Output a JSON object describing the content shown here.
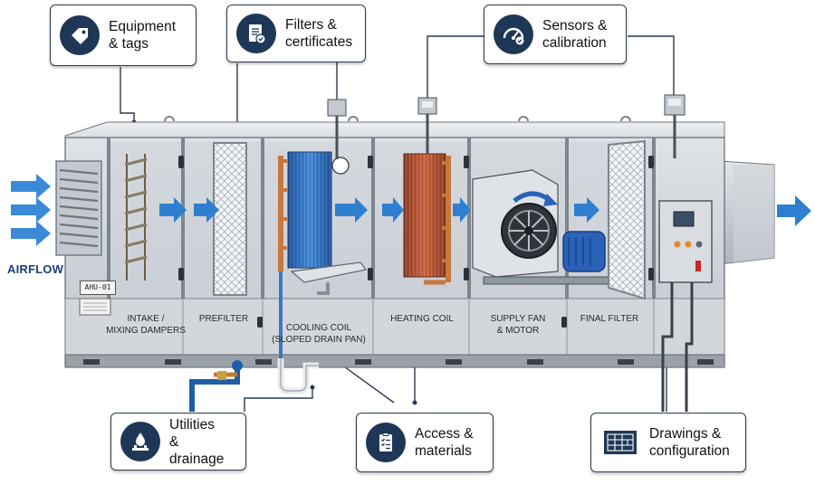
{
  "callouts": {
    "equipment": "Equipment\n& tags",
    "filters": "Filters &\ncertificates",
    "sensors": "Sensors &\ncalibration",
    "utilities": "Utilities\n& drainage",
    "access": "Access &\nmaterials",
    "drawings": "Drawings &\nconfiguration"
  },
  "sections": {
    "intake": "INTAKE /\nMIXING DAMPERS",
    "prefilter": "PREFILTER",
    "cooling": "COOLING COIL\n(SLOPED DRAIN PAN)",
    "heating": "HEATING COIL",
    "fan": "SUPPLY FAN\n& MOTOR",
    "final": "FINAL FILTER"
  },
  "unit_tag": "AHU-01",
  "airflow_label": "AIRFLOW",
  "colors": {
    "badge": "#1f3756",
    "arrow": "#2f7fd0",
    "casing": "#c9ced4",
    "cooling_coil": "#2c6ab6",
    "heating_coil": "#b2502f",
    "motor": "#2a62b8",
    "copper": "#c8783c"
  },
  "icons": {
    "equipment": "tag-icon",
    "filters": "certificate-icon",
    "sensors": "gauge-icon",
    "utilities": "water-drop-icon",
    "access": "clipboard-checklist-icon",
    "drawings": "blueprint-icon"
  }
}
